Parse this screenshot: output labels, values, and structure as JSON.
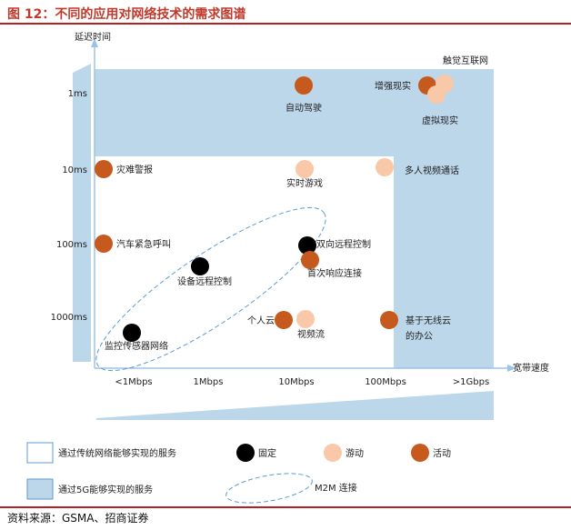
{
  "title": "图 12：不同的应用对网络技术的需求图谱",
  "source": "资料来源：GSMA、招商证券",
  "colors": {
    "title_red": "#c0392b",
    "area_5g": "#bcd6ea",
    "axis": "#9dc3e6",
    "fixed": "#000000",
    "nomadic": "#f8c8a8",
    "mobile": "#c65a1e"
  },
  "chart_data": {
    "type": "scatter",
    "ylabel": "延迟时间",
    "xlabel": "宽带速度",
    "x_ticks": [
      "<1Mbps",
      "1Mbps",
      "10Mbps",
      "100Mbps",
      ">1Gbps"
    ],
    "y_ticks": [
      "1ms",
      "10ms",
      "100ms",
      "1000ms"
    ],
    "y_log_scale": true,
    "x_log_scale": true,
    "points": [
      {
        "label": "自动驾驶",
        "x": "10Mbps",
        "y": "1ms",
        "category": "mobile"
      },
      {
        "label": "增强现实",
        "x": "100Mbps+",
        "y": "1ms",
        "category": "mobile"
      },
      {
        "label": "虚拟现实",
        "x": "100Mbps+",
        "y": "1ms",
        "category": "nomadic"
      },
      {
        "label": "",
        "x": "100Mbps+",
        "y": "1ms",
        "category": "nomadic"
      },
      {
        "label": "灾难警报",
        "x": "<1Mbps",
        "y": "10ms",
        "category": "mobile"
      },
      {
        "label": "实时游戏",
        "x": "10Mbps",
        "y": "10ms",
        "category": "nomadic"
      },
      {
        "label": "多人视频通话",
        "x": "100Mbps",
        "y": "10ms",
        "category": "nomadic"
      },
      {
        "label": "汽车紧急呼叫",
        "x": "<1Mbps",
        "y": "100ms",
        "category": "mobile"
      },
      {
        "label": "双向远程控制",
        "x": "10Mbps",
        "y": "100ms",
        "category": "fixed"
      },
      {
        "label": "首次响应连接",
        "x": "10Mbps",
        "y": "100ms",
        "category": "mobile"
      },
      {
        "label": "设备远程控制",
        "x": "1Mbps",
        "y": "100ms",
        "category": "fixed"
      },
      {
        "label": "个人云",
        "x": "10Mbps",
        "y": "1000ms",
        "category": "mobile"
      },
      {
        "label": "视频流",
        "x": "10Mbps",
        "y": "1000ms",
        "category": "nomadic"
      },
      {
        "label": "基于无线云的办公",
        "x": "100Mbps",
        "y": "1000ms",
        "category": "mobile"
      },
      {
        "label": "监控传感器网络",
        "x": "<1Mbps",
        "y": "1000ms",
        "category": "fixed"
      }
    ],
    "corner_label": "触觉互联网",
    "legend": {
      "traditional": "通过传统网络能够实现的服务",
      "5g": "通过5G能够实现的服务",
      "fixed": "固定",
      "nomadic": "游动",
      "mobile": "活动",
      "m2m": "M2M 连接"
    }
  }
}
